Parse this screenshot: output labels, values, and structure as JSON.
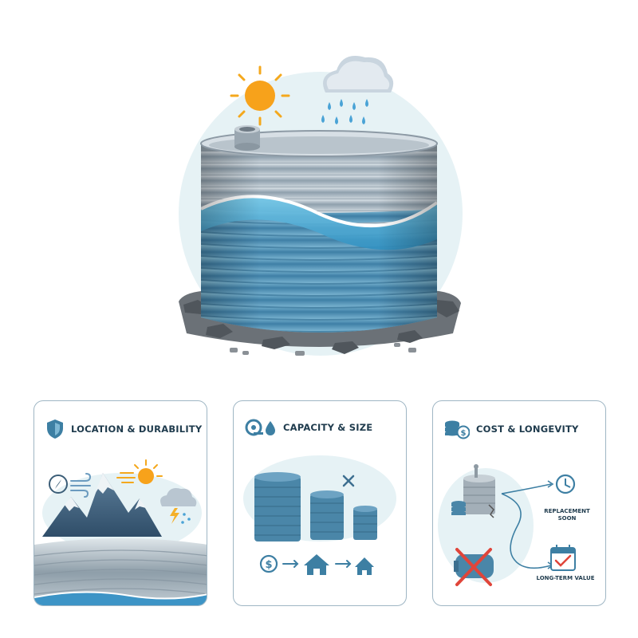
{
  "cards": {
    "location": {
      "title": "LOCATION & DURABILITY",
      "icon": "shield-icon"
    },
    "capacity": {
      "title": "CAPACITY & SIZE",
      "icon": "tape-measure-icon"
    },
    "cost": {
      "title": "COST & LONGEVITY",
      "icon": "coin-stack-icon",
      "replacement_label": "REPLACEMENT SOON",
      "longterm_label": "LONG-TERM VALUE"
    }
  },
  "colors": {
    "steel": "#a9b6c0",
    "water": "#4fa8cf",
    "tank_blue": "#4a86a8",
    "navy": "#1f3b4d",
    "accent_red": "#e0453a"
  }
}
